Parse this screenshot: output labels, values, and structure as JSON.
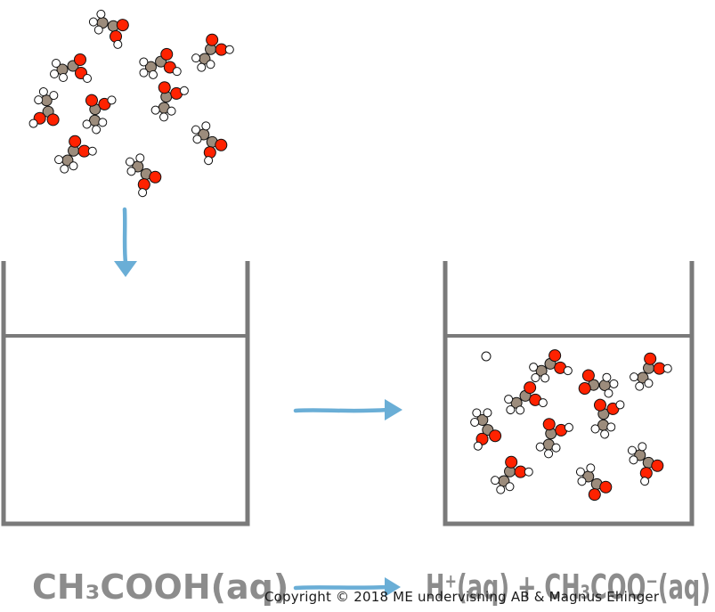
{
  "equation": {
    "reactant": "CH₃COOH(aq)",
    "products": "H⁺(aq) + CH₃COO⁻(aq)"
  },
  "copyright": "Copyright © 2018 ME undervisning AB & Magnus Ehinger",
  "colors": {
    "beaker": "#7a7a7a",
    "arrow": "#6aaed6",
    "carbon": "#9c8c7c",
    "oxygen": "#ff2200",
    "hydrogen": "#ffffff",
    "label": "#8c8c8c"
  }
}
